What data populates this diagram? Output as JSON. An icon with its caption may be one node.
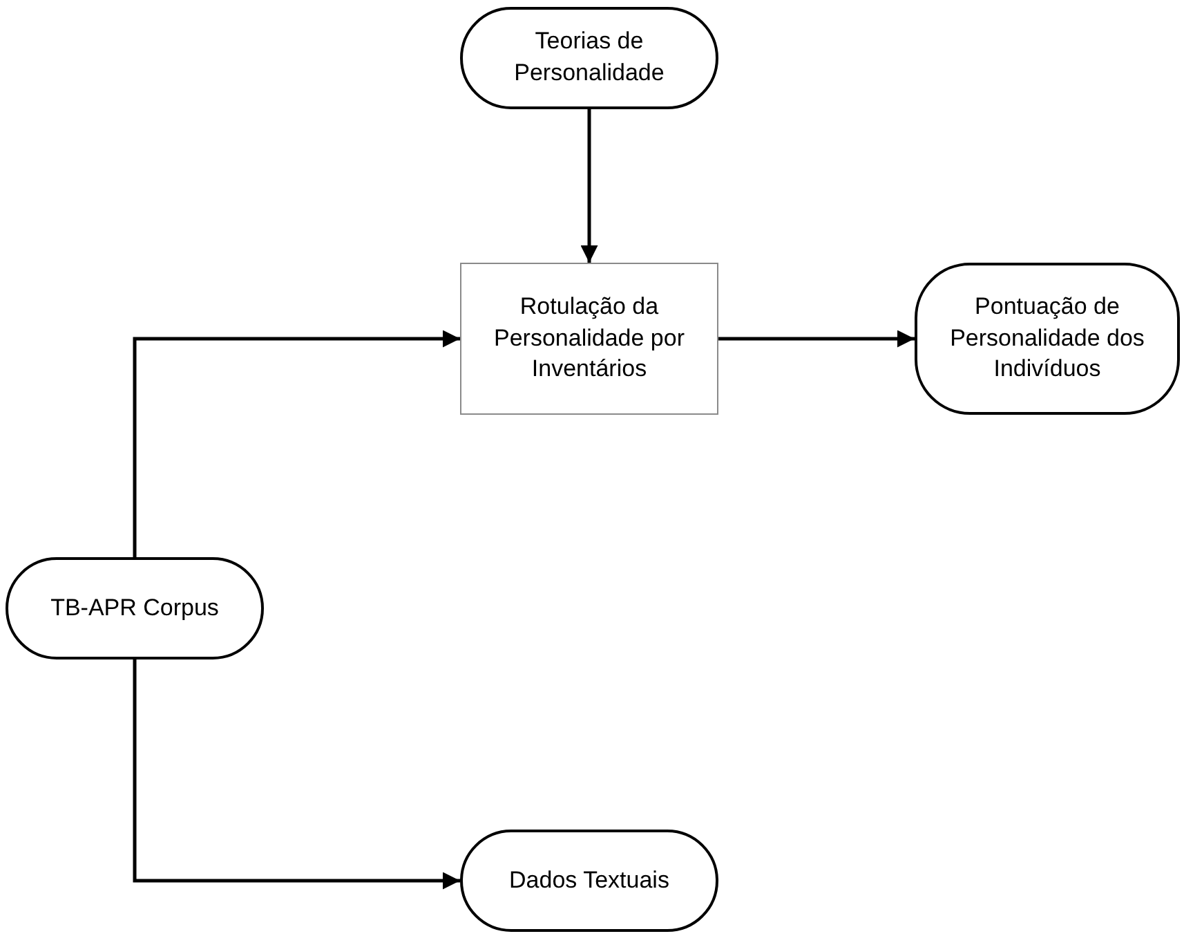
{
  "diagram": {
    "nodes": [
      {
        "text": [
          "Teorias de Personalidade"
        ]
      },
      {
        "text": [
          "Rotulação da Personalidade por Inventários"
        ]
      },
      {
        "text": [
          "Pontuação de Personalidade dos Indivíduos"
        ]
      },
      {
        "text": [
          "TB-APR Corpus"
        ]
      },
      {
        "text": [
          "Dados Textuais"
        ]
      }
    ],
    "edges": [
      {
        "from": 0,
        "to": 1,
        "arrow": "to"
      },
      {
        "from": 3,
        "to": 1,
        "arrow": "to"
      },
      {
        "from": 1,
        "to": 2,
        "arrow": "to"
      },
      {
        "from": 3,
        "to": 4,
        "arrow": "to"
      }
    ]
  }
}
